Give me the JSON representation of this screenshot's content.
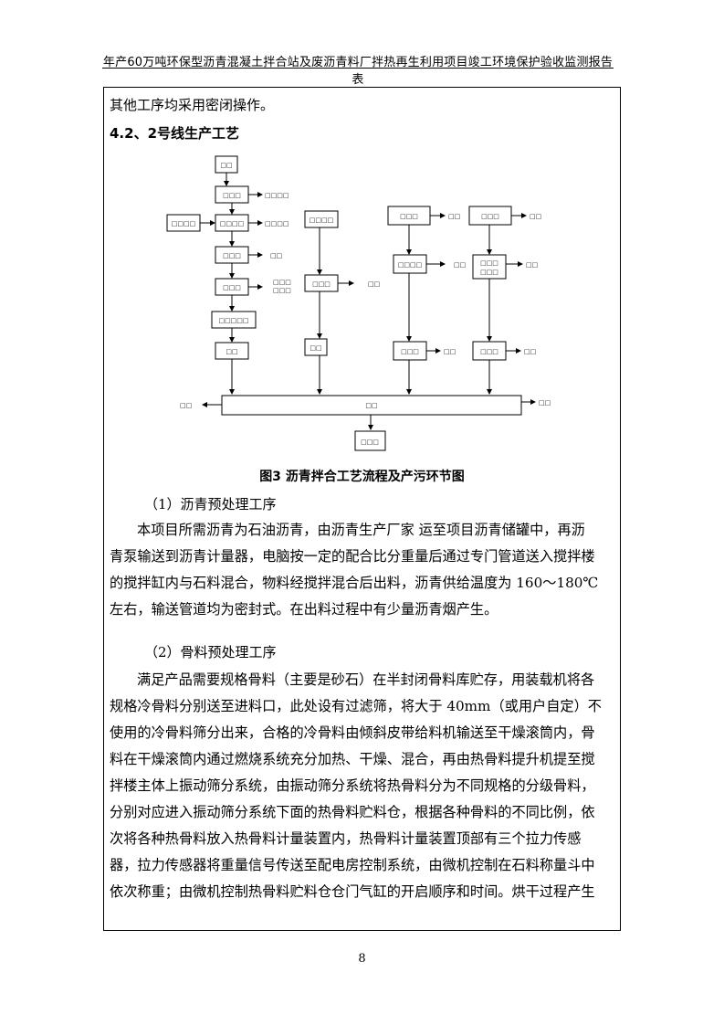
{
  "header": {
    "title": "年产60万吨环保型沥青混凝土拌合站及废沥青料厂拌热再生利用项目竣工环境保护验收监测报告表"
  },
  "intro_line": "其他工序均采用密闭操作。",
  "section": {
    "title": "4.2、2号线生产工艺"
  },
  "figure": {
    "caption": "图3   沥青拌合工艺流程及产污环节图",
    "labels": {
      "a1": "□□",
      "a2": "□□□",
      "a2o": "□□□□",
      "a3": "□□□□",
      "a3o": "□□□□",
      "a3in": "□□□□",
      "a4": "□□□",
      "a4o": "□□",
      "a5": "□□□",
      "a5o1": "□□□",
      "a5o2": "□□□",
      "a6": "□□□□□",
      "a7": "□□",
      "b1": "□□□□",
      "b2": "□□□",
      "b2o": "□□",
      "b3": "□□",
      "c1": "□□□",
      "c1o": "□□",
      "c2": "□□□□",
      "c2o": "□□",
      "c3": "□□□",
      "c3o": "□□",
      "d1": "□□□",
      "d1o": "□□",
      "d2a": "□□□",
      "d2b": "□□□",
      "d2o": "□□",
      "d3": "□□□",
      "d3o": "□□",
      "mix": "□□",
      "mixL": "□□",
      "mixR": "□□",
      "out": "□□□"
    }
  },
  "sub1": "（1）沥青预处理工序",
  "para1": [
    "本项目所需沥青为石油沥青，由沥青生产厂家 运至项目沥青储罐中，再沥",
    "青泵输送到沥青计量器，电脑按一定的配合比分重量后通过专门管道送入搅拌楼",
    "的搅拌缸内与石料混合，物料经搅拌混合后出料，沥青供给温度为 160～180℃",
    "左右，输送管道均为密封式。在出料过程中有少量沥青烟产生。"
  ],
  "sub2": "（2）骨料预处理工序",
  "para2": [
    "满足产品需要规格骨料（主要是砂石）在半封闭骨料库贮存，用装载机将各",
    "规格冷骨料分别送至进料口，此处设有过滤筛，将大于 40mm（或用户自定）不",
    "使用的冷骨料筛分出来，合格的冷骨料由倾斜皮带给料机输送至干燥滚筒内，骨",
    "料在干燥滚筒内通过燃烧系统充分加热、干燥、混合，再由热骨料提升机提至搅",
    "拌楼主体上振动筛分系统，由振动筛分系统将热骨料分为不同规格的分级骨料，",
    "分别对应进入振动筛分系统下面的热骨料贮料仓，根据各种骨料的不同比例，依",
    "次将各种热骨料放入热骨料计量装置内，热骨料计量装置顶部有三个拉力传感",
    "器，拉力传感器将重量信号传送至配电房控制系统，由微机控制在石料称量斗中",
    "依次称重；由微机控制热骨料贮料仓仓门气缸的开启顺序和时间。烘干过程产生"
  ],
  "page_number": "8"
}
